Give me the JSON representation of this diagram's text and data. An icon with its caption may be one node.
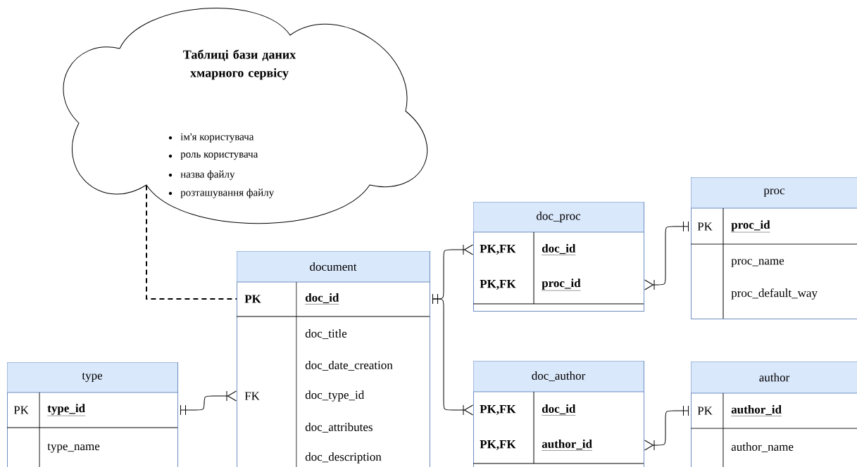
{
  "diagram": {
    "nodes": [
      {
        "text": [
          "Таблиці бази даних хмарного сервісу",
          "ім'я користувача",
          "роль користувача",
          "назва файлу",
          "розташування файлу"
        ]
      },
      {
        "text": [
          "proc",
          "PK",
          "proc_id",
          "proc_name",
          "proc_default_way"
        ]
      },
      {
        "text": [
          "doc_proc",
          "PK,FK",
          "doc_id",
          "PK,FK",
          "proc_id"
        ]
      },
      {
        "text": [
          "document",
          "PK",
          "doc_id",
          "doc_title",
          "doc_date_creation",
          "FK",
          "doc_type_id",
          "doc_attributes",
          "doc_description"
        ]
      },
      {
        "text": [
          "type",
          "PK",
          "type_id",
          "type_name"
        ]
      },
      {
        "text": [
          "doc_author",
          "PK,FK",
          "doc_id",
          "PK,FK",
          "author_id"
        ]
      },
      {
        "text": [
          "author",
          "PK",
          "author_id",
          "author_name"
        ]
      }
    ],
    "edges": [
      {
        "from": 0,
        "to": 3,
        "arrow": "none",
        "style": "dashed"
      },
      {
        "from": 4,
        "to": 3,
        "arrow": "other"
      },
      {
        "from": 3,
        "to": 2,
        "arrow": "other"
      },
      {
        "from": 3,
        "to": 5,
        "arrow": "other"
      },
      {
        "from": 1,
        "to": 2,
        "arrow": "other"
      },
      {
        "from": 6,
        "to": 5,
        "arrow": "other"
      }
    ]
  }
}
